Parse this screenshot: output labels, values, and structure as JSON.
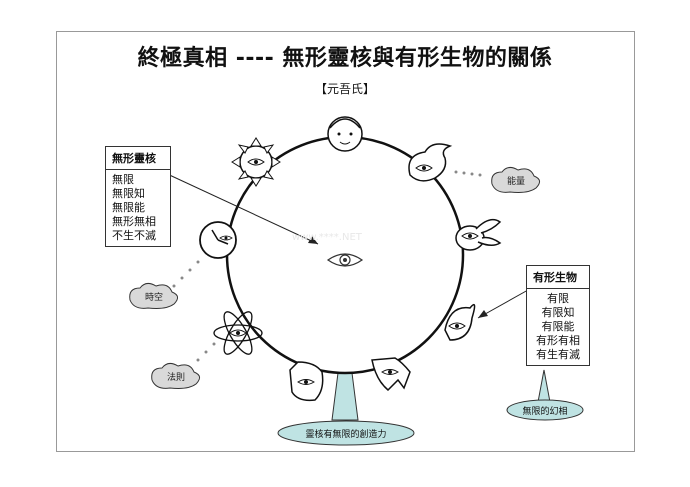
{
  "title": "終極真相 ---- 無形靈核與有形生物的關係",
  "author": "【元吾氏】",
  "left_box": {
    "header": "無形靈核",
    "items": [
      "無限",
      "無限知",
      "無限能",
      "無形無相",
      "不生不滅"
    ]
  },
  "right_box": {
    "header": "有形生物",
    "items": [
      "有限",
      "有限知",
      "有限能",
      "有形有相",
      "有生有滅"
    ]
  },
  "clouds": {
    "energy": "能量",
    "spacetime": "時空",
    "law": "法則"
  },
  "spotlights": {
    "center": "靈核有無限的創造力",
    "right": "無限的幻相"
  },
  "watermark": "www.****.NET",
  "colors": {
    "teal": "#bfe3e3",
    "stroke": "#111111",
    "cloud": "#d9d9d9"
  }
}
